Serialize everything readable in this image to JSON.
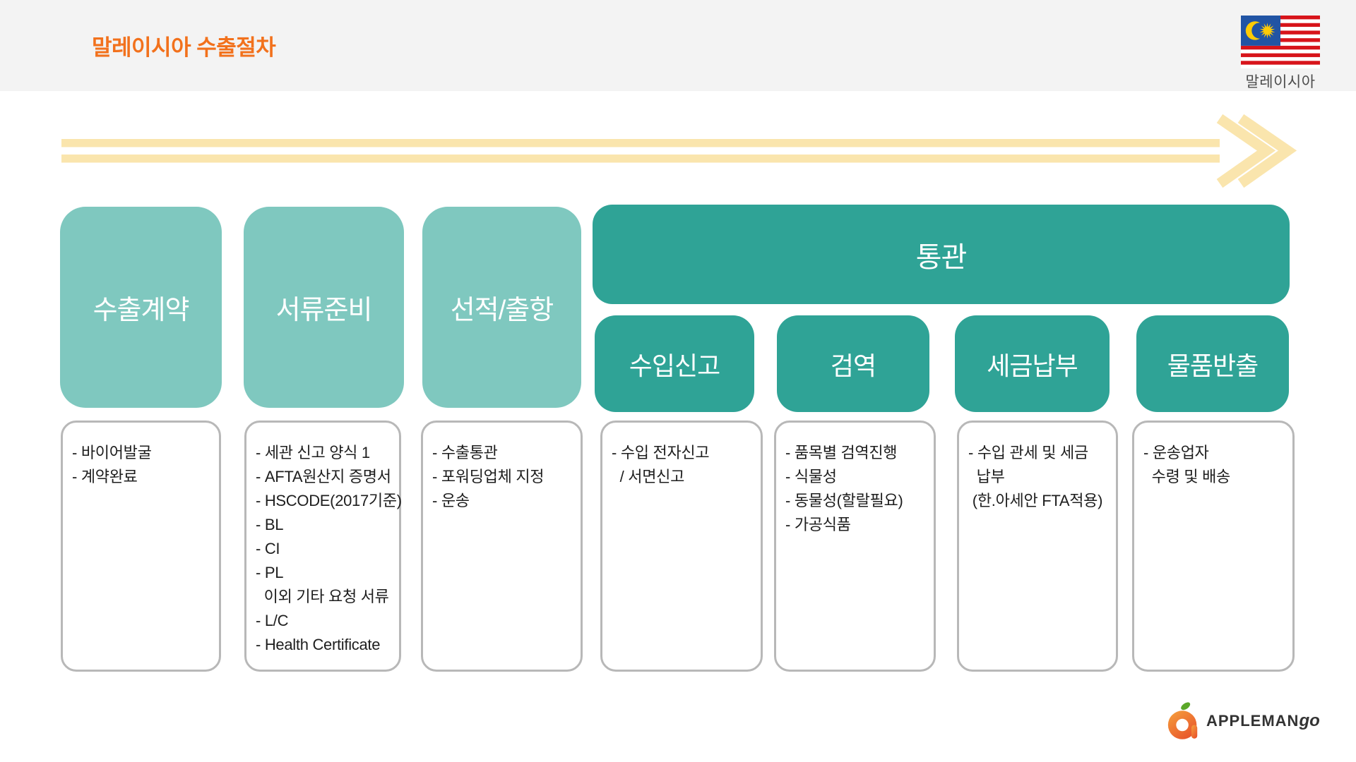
{
  "slide": {
    "title": "말레이시아 수출절차",
    "country_label": "말레이시아"
  },
  "flow": {
    "steps": [
      {
        "label": "수출계약",
        "details": [
          "- 바이어발굴",
          "- 계약완료"
        ]
      },
      {
        "label": "서류준비",
        "details": [
          "- 세관 신고 양식 1",
          "- AFTA원산지 증명서",
          "- HSCODE(2017기준)",
          "- BL",
          "- CI",
          "- PL",
          "  이외 기타 요청 서류",
          "- L/C",
          "- Health Certificate"
        ]
      },
      {
        "label": "선적/출항",
        "details": [
          "- 수출통관",
          "- 포워딩업체 지정",
          "- 운송"
        ]
      }
    ],
    "customs": {
      "label": "통관",
      "substeps": [
        {
          "label": "수입신고",
          "details": [
            "- 수입 전자신고",
            "  / 서면신고"
          ]
        },
        {
          "label": "검역",
          "details": [
            "- 품목별 검역진행",
            "- 식물성",
            "- 동물성(할랄필요)",
            "- 가공식품"
          ]
        },
        {
          "label": "세금납부",
          "details": [
            "- 수입 관세 및 세금",
            "  납부",
            " (한.아세안 FTA적용)"
          ]
        },
        {
          "label": "물품반출",
          "details": [
            "- 운송업자",
            "  수령 및 배송"
          ]
        }
      ]
    }
  },
  "logo": {
    "brand_main": "APPLEMAN",
    "brand_tail": "go"
  },
  "colors": {
    "accent_orange": "#F2711C",
    "teal_dark": "#2FA396",
    "teal_light": "#7FC8BF",
    "arrow_cream": "#FAE5AD",
    "header_gray": "#F3F3F3",
    "box_border_gray": "#B8B8B8",
    "flag_blue": "#2154A4",
    "flag_red": "#D7141A",
    "flag_yellow": "#FFCB05"
  }
}
